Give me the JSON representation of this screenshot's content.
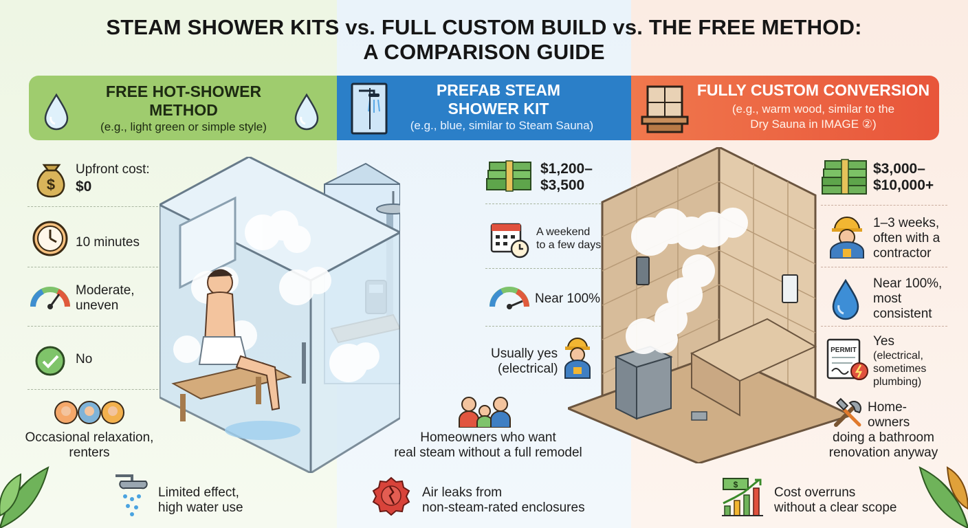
{
  "title": {
    "line1": "STEAM SHOWER KITS vs. FULL CUSTOM BUILD vs. THE FREE METHOD:",
    "line2": "A COMPARISON GUIDE"
  },
  "columns": {
    "free": {
      "title_line1": "FREE HOT-SHOWER",
      "title_line2": "METHOD",
      "subtitle": "(e.g., light green or simple style)",
      "cost_label": "Upfront cost:",
      "cost_value": "$0",
      "time": "10 minutes",
      "steam_line1": "Moderate,",
      "steam_line2": "uneven",
      "permit": "No",
      "best_for_line1": "Occasional relaxation,",
      "best_for_line2": "renters",
      "drawback_line1": "Limited effect,",
      "drawback_line2": "high water use"
    },
    "kit": {
      "title_line1": "PREFAB STEAM",
      "title_line2": "SHOWER KIT",
      "subtitle": "(e.g., blue, similar to Steam Sauna)",
      "cost_line1": "$1,200–",
      "cost_line2": "$3,500",
      "time_line1": "A weekend",
      "time_line2": "to a few days",
      "steam": "Near 100%",
      "permit_line1": "Usually yes",
      "permit_line2": "(electrical)",
      "best_for_line1": "Homeowners who want",
      "best_for_line2": "real steam without a full remodel",
      "drawback_line1": "Air leaks from",
      "drawback_line2": "non-steam-rated enclosures"
    },
    "custom": {
      "title": "FULLY CUSTOM CONVERSION",
      "subtitle_line1": "(e.g., warm wood, similar to the",
      "subtitle_line2": "Dry Sauna in IMAGE ②)",
      "cost_line1": "$3,000–",
      "cost_line2": "$10,000+",
      "time_line1": "1–3 weeks,",
      "time_line2": "often with a",
      "time_line3": "contractor",
      "steam_line1": "Near 100%,",
      "steam_line2": "most",
      "steam_line3": "consistent",
      "permit_line1": "Yes",
      "permit_line2": "(electrical,",
      "permit_line3": "sometimes",
      "permit_line4": "plumbing)",
      "permit_badge": "PERMIT",
      "best_for_line1": "Home-",
      "best_for_line2": "owners",
      "best_for_line3": "doing a bathroom",
      "best_for_line4": "renovation anyway",
      "drawback_line1": "Cost overruns",
      "drawback_line2": "without a clear scope"
    }
  },
  "colors": {
    "free_header": "#9fcc6e",
    "kit_header": "#2b7fc8",
    "custom_header": "#e8553a"
  },
  "icons": [
    "water-drop-icon",
    "shower-enclosure-icon",
    "tile-wall-icon",
    "money-bag-icon",
    "clock-icon",
    "gauge-icon",
    "check-icon",
    "people-icon",
    "shower-head-icon",
    "cash-stack-icon",
    "calendar-icon",
    "worker-icon",
    "family-icon",
    "broken-seal-icon",
    "permit-icon",
    "tools-icon",
    "growth-chart-icon",
    "leaf-icon"
  ]
}
